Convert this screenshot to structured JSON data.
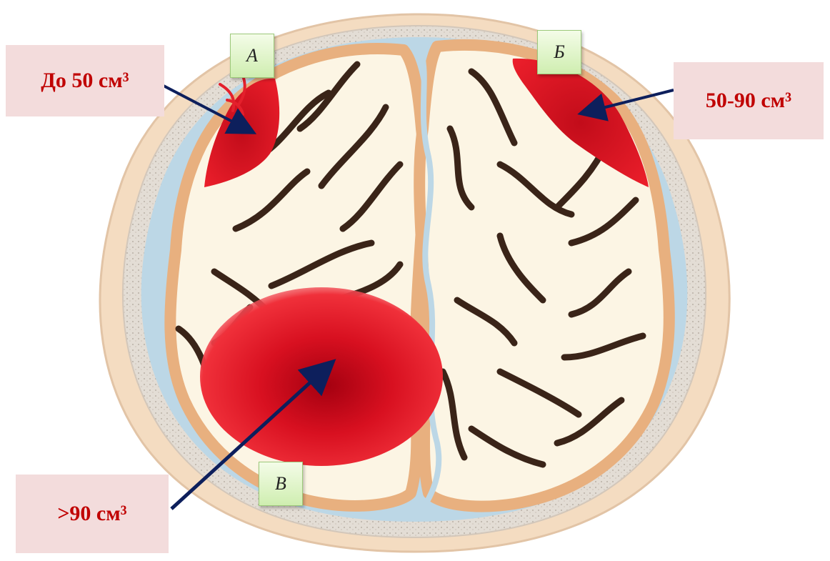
{
  "hematoma_a": {
    "letter": "А",
    "volume": "До 50 см³"
  },
  "hematoma_b": {
    "letter": "Б",
    "volume": "50-90 см³"
  },
  "hematoma_c": {
    "letter": "В",
    "volume": ">90 см³"
  },
  "colors": {
    "hematoma_red": "#d80f1e",
    "arrow": "#0d1f5c",
    "label_bg": "#f3dcdc",
    "label_text": "#c00000",
    "tag_bg": "#dff5c8",
    "csf_blue": "#bcd7e6",
    "white_matter": "#fcf5e4",
    "cortex": "#e8b07f",
    "sulci": "#3a2418"
  }
}
